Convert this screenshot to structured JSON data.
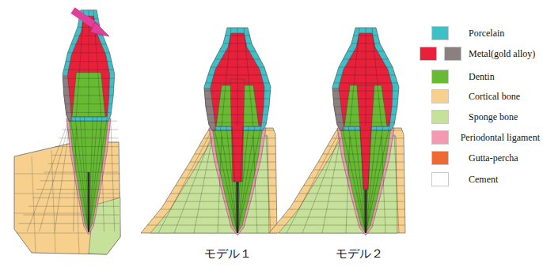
{
  "diagram": {
    "labels": [
      "モデル１",
      "モデル２"
    ],
    "legend": [
      {
        "text": "Porcelain",
        "color": "#3fbfc6"
      },
      {
        "text": "Metal(gold alloy)",
        "color": "#e8203a"
      },
      {
        "text": "Dentin",
        "color": "#66bb33"
      },
      {
        "text": "Cortical bone",
        "color": "#f6d08c"
      },
      {
        "text": "Sponge bone",
        "color": "#c6e29a"
      },
      {
        "text": "Periodontal ligament",
        "color": "#f29ab0"
      },
      {
        "text": "Gutta-percha",
        "color": "#ef6a30"
      },
      {
        "text": "Cement",
        "color": "#ffffff"
      }
    ]
  }
}
